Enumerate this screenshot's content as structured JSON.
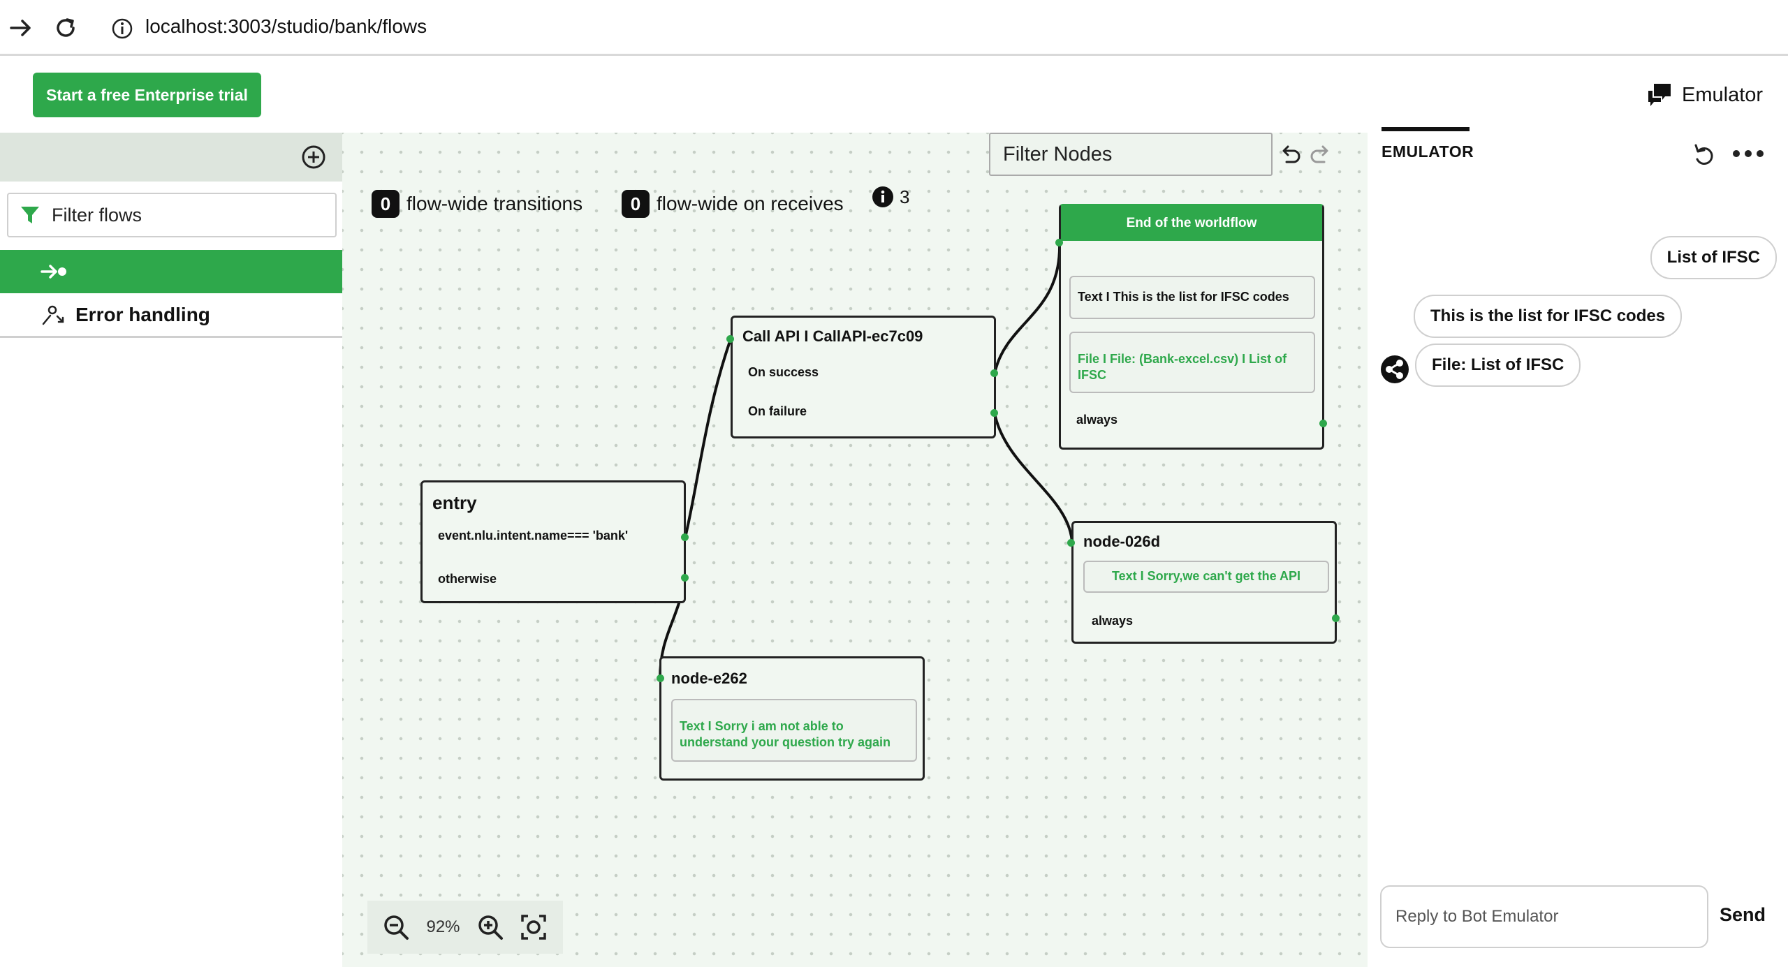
{
  "browser": {
    "url": "localhost:3003/studio/bank/flows"
  },
  "header": {
    "trial_button": "Start a free Enterprise trial",
    "emulator_toggle": "Emulator"
  },
  "sidebar": {
    "filter_placeholder": "Filter flows",
    "flows": [
      {
        "label": ""
      },
      {
        "label": "Error handling"
      }
    ]
  },
  "canvas": {
    "flow_wide_transitions": {
      "count": "0",
      "label": "flow-wide transitions"
    },
    "flow_wide_on_receives": {
      "count": "0",
      "label": "flow-wide on receives"
    },
    "info_count": "3",
    "filter_nodes_placeholder": "Filter Nodes",
    "zoom": "92%",
    "nodes": {
      "entry": {
        "title": "entry",
        "condition": "event.nlu.intent.name=== 'bank'",
        "otherwise": "otherwise"
      },
      "callapi": {
        "title": "Call API I CallAPI-ec7c09",
        "success": "On success",
        "failure": "On failure"
      },
      "end": {
        "header": "End of the worldflow",
        "text_card": "Text I This is the list for IFSC codes",
        "file_card": "File I File: (Bank-excel.csv) I List of IFSC",
        "always": "always"
      },
      "node026d": {
        "title": "node-026d",
        "text_card": "Text I Sorry,we can't get the API",
        "always": "always"
      },
      "nodee262": {
        "title": "node-e262",
        "text_card": "Text I Sorry i am not able to understand your question try again"
      }
    }
  },
  "emulator": {
    "tab": "EMULATOR",
    "messages": [
      {
        "from": "user",
        "text": "List of IFSC"
      },
      {
        "from": "bot",
        "text": "This is the list for IFSC codes"
      },
      {
        "from": "bot",
        "text": "File: List of IFSC"
      }
    ],
    "reply_placeholder": "Reply to Bot Emulator",
    "send": "Send"
  },
  "colors": {
    "accent": "#2ea84b",
    "canvas_bg": "#f1f7f1",
    "sidebar_head": "#dde5dd"
  }
}
